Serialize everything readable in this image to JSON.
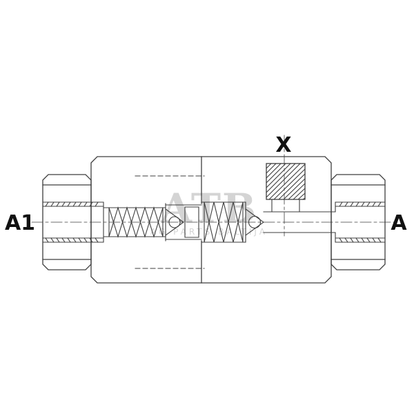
{
  "diagram": {
    "title": "hydraulic-check-valve-cross-section",
    "ports": {
      "left_label": "A1",
      "right_label": "A",
      "top_label": "X"
    },
    "watermark": {
      "line1": "ATB",
      "line2": "AG PARTS BALTIJA"
    },
    "colors": {
      "line": "#3d3d3d",
      "label": "#111111",
      "watermark": "#c6c6c6",
      "background": "#ffffff"
    }
  }
}
